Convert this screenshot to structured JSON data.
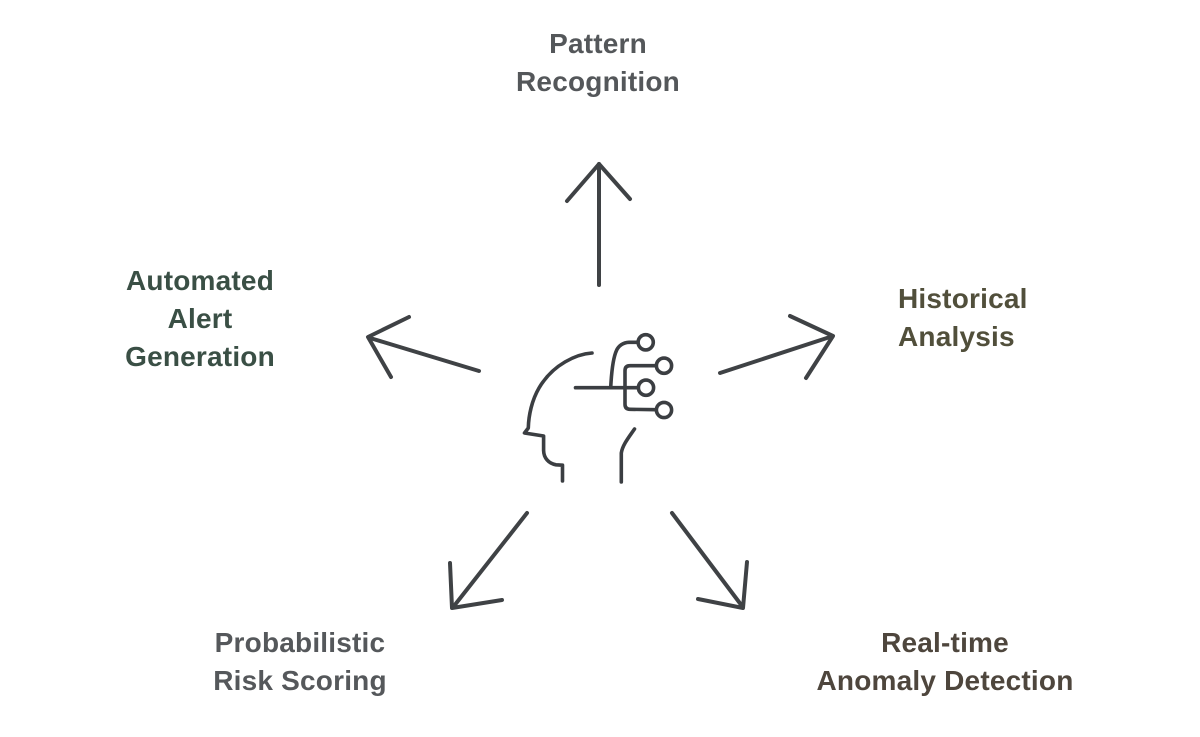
{
  "diagram": {
    "type": "hub-and-spoke",
    "background_color": "#ffffff",
    "arrow_color": "#3f4245",
    "icon_color": "#3b3e42",
    "center_icon": "ai-head-circuit-icon",
    "nodes": [
      {
        "id": "pattern-recognition",
        "label": "Pattern Recognition",
        "lines": [
          "Pattern",
          "Recognition"
        ],
        "position": "top",
        "color": "#54575a"
      },
      {
        "id": "historical-analysis",
        "label": "Historical Analysis",
        "lines": [
          "Historical",
          "Analysis"
        ],
        "position": "right",
        "color": "#514f3b"
      },
      {
        "id": "real-time-anomaly-detection",
        "label": "Real-time Anomaly Detection",
        "lines": [
          "Real-time",
          "Anomaly Detection"
        ],
        "position": "bottom-right",
        "color": "#4e463d"
      },
      {
        "id": "probabilistic-risk-scoring",
        "label": "Probabilistic Risk Scoring",
        "lines": [
          "Probabilistic",
          "Risk Scoring"
        ],
        "position": "bottom-left",
        "color": "#55585b"
      },
      {
        "id": "automated-alert-generation",
        "label": "Automated Alert Generation",
        "lines": [
          "Automated",
          "Alert",
          "Generation"
        ],
        "position": "left",
        "color": "#3a4f45"
      }
    ],
    "arrows": [
      {
        "direction": "up",
        "target": "pattern-recognition"
      },
      {
        "direction": "upper-right",
        "target": "historical-analysis"
      },
      {
        "direction": "lower-right",
        "target": "real-time-anomaly-detection"
      },
      {
        "direction": "lower-left",
        "target": "probabilistic-risk-scoring"
      },
      {
        "direction": "upper-left",
        "target": "automated-alert-generation"
      }
    ]
  }
}
